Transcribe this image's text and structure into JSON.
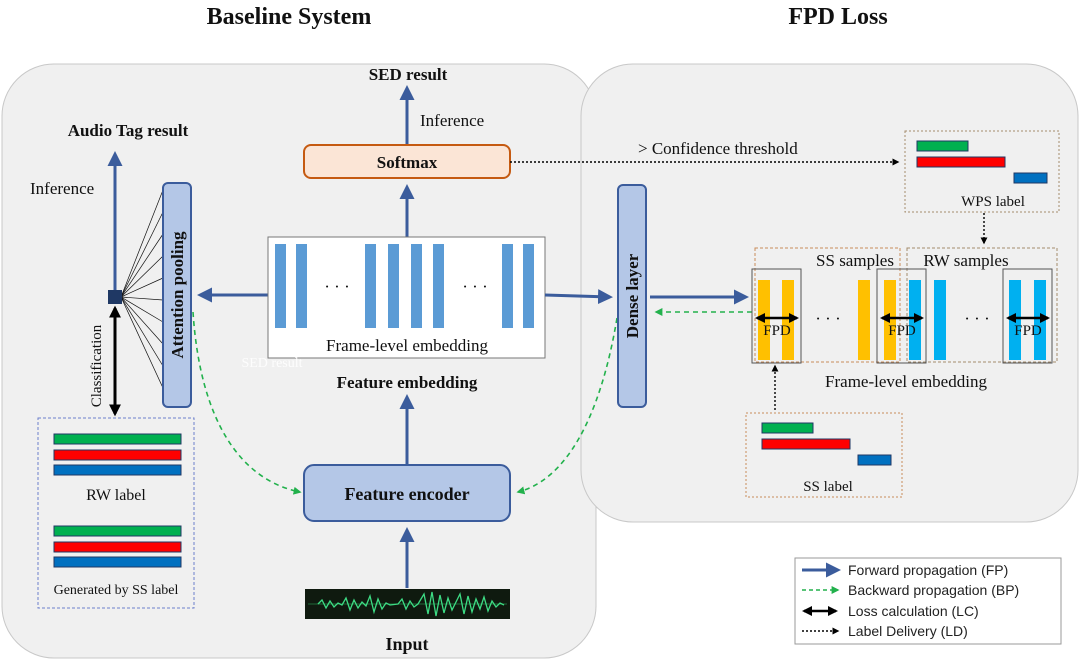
{
  "titles": {
    "baseline": "Baseline System",
    "fpd": "FPD Loss"
  },
  "baseline": {
    "sed_result": "SED result",
    "inference_top": "Inference",
    "softmax": "Softmax",
    "audio_tag_result": "Audio Tag result",
    "inference_left": "Inference",
    "attention_pooling": "Attention pooling",
    "classification": "Classification",
    "ellipsis": "· · ·",
    "frame_level_embedding": "Frame-level embedding",
    "sed_result_faded": "SED result",
    "feature_embedding": "Feature embedding",
    "feature_encoder": "Feature encoder",
    "input": "Input",
    "rw_label": "RW label",
    "generated_by_ss_label": "Generated by SS label"
  },
  "fpd": {
    "confidence_threshold": "> Confidence threshold",
    "dense_layer": "Dense layer",
    "wps_label": "WPS label",
    "ss_samples": "SS samples",
    "rw_samples": "RW samples",
    "fpd_mark": "FPD",
    "ellipsis": "· · ·",
    "frame_level_embedding": "Frame-level embedding",
    "ss_label": "SS label"
  },
  "legend": {
    "items": [
      {
        "name": "forward",
        "label": "Forward propagation (FP)"
      },
      {
        "name": "backward",
        "label": "Backward propagation (BP)"
      },
      {
        "name": "loss",
        "label": "Loss calculation (LC)"
      },
      {
        "name": "delivery",
        "label": "Label Delivery (LD)"
      }
    ]
  },
  "colors": {
    "forward": "#3b5c9c",
    "backward": "#22b14c",
    "panel": "#f0f0f0",
    "box_fill": "#b4c7e7",
    "softmax_fill": "#fbe5d6",
    "softmax_border": "#c55a11",
    "embedding_bar": "#5b9bd5",
    "ss_bar": "#ffc000",
    "rw_bar": "#00b0f0",
    "label_green": "#00b050",
    "label_red": "#ff0000",
    "label_blue": "#0070c0"
  }
}
